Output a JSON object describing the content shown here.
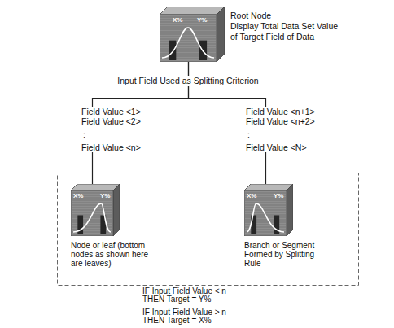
{
  "diagram": {
    "nodes": [
      {
        "text": [
          "Root Node",
          "Display Total Data Set Value of Target Field of Data",
          "X%",
          "Y%"
        ]
      },
      {
        "text": [
          "Node or leaf (bottom nodes as shown here are leaves)",
          "X%",
          "Y%"
        ]
      },
      {
        "text": [
          "Branch or Segment Formed by Splitting Rule",
          "X%",
          "Y%"
        ]
      }
    ],
    "edges": [
      {
        "from": 0,
        "to": 1,
        "arrow": "none"
      },
      {
        "from": 0,
        "to": 2,
        "arrow": "none"
      }
    ],
    "labels": [
      "Input Field Used as Splitting Criterion",
      "Field Value <1>",
      "Field Value <2>",
      ":",
      "Field Value <n>",
      "Field Value <n+1>",
      "Field Value <n+2>",
      ":",
      "Field Value <N>",
      "IF Input Field Value < n",
      "THEN Target = Y%",
      "IF Input Field Value > n",
      "THEN Target = X%"
    ]
  }
}
